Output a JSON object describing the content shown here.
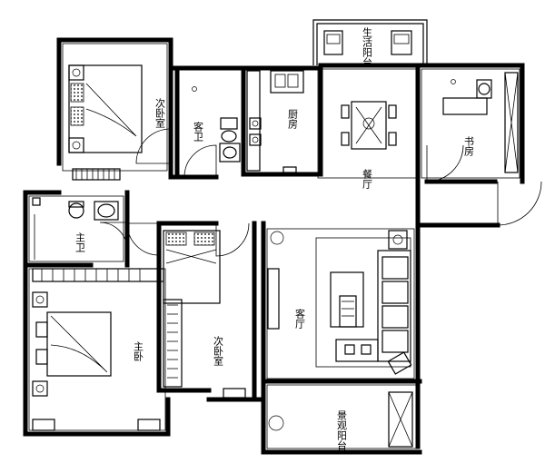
{
  "rooms": {
    "bedroom_north": "次卧室",
    "guest_bath": "客卫",
    "kitchen": "厨房",
    "dining": "餐厅",
    "utility_balcony": "生活阳台",
    "study": "书房",
    "master_bath": "主卫",
    "bedroom_middle": "次卧室",
    "living": "客厅",
    "master_bedroom": "主卧",
    "view_balcony": "景观阳台"
  },
  "colors": {
    "line": "#000000",
    "background": "#ffffff"
  }
}
